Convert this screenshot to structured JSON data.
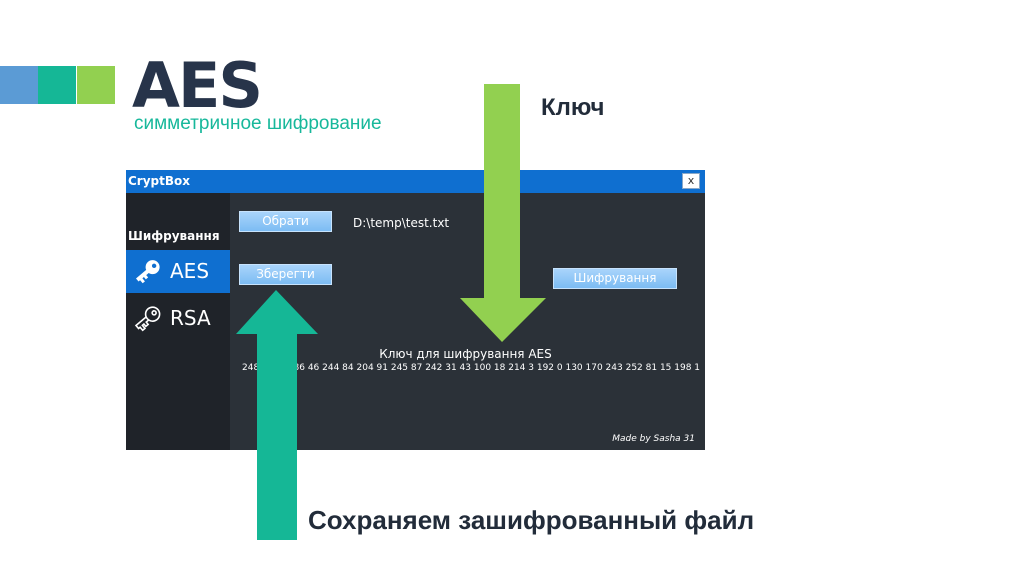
{
  "slide": {
    "title": "AES",
    "subtitle": "симметричное шифрование",
    "callout_key": "Ключ",
    "callout_save": "Сохраняем зашифрованный файл",
    "colors": {
      "square_blue": "#5b9bd5",
      "square_teal": "#15b796",
      "square_green": "#92d050",
      "arrow_green": "#92d050",
      "arrow_teal": "#15b796",
      "title": "#27344a",
      "subtitle": "#17b89b"
    }
  },
  "app": {
    "window_title": "CryptBox",
    "close_label": "x",
    "sidebar": {
      "section_title": "Шифрування",
      "items": [
        {
          "label": "AES",
          "icon": "key-icon",
          "active": true
        },
        {
          "label": "RSA",
          "icon": "key-outline-icon",
          "active": false
        }
      ]
    },
    "choose_button": "Обрати",
    "file_path": "D:\\temp\\test.txt",
    "save_button": "Зберегти",
    "encrypt_button": "Шифрування",
    "key_label": "Ключ для шифрування AES",
    "key_value": "248 ... 45 186 46 244 84 204 91 245 87 242 31 43 100 18 214 3 192 0 130 170 243 252 81 15 198 1",
    "made_by": "Made by Sasha 31",
    "colors": {
      "titlebar": "#0f6fd0",
      "window_bg": "#2b3138",
      "sidebar_bg": "#1f2329",
      "button": "#8fc7f7"
    }
  }
}
